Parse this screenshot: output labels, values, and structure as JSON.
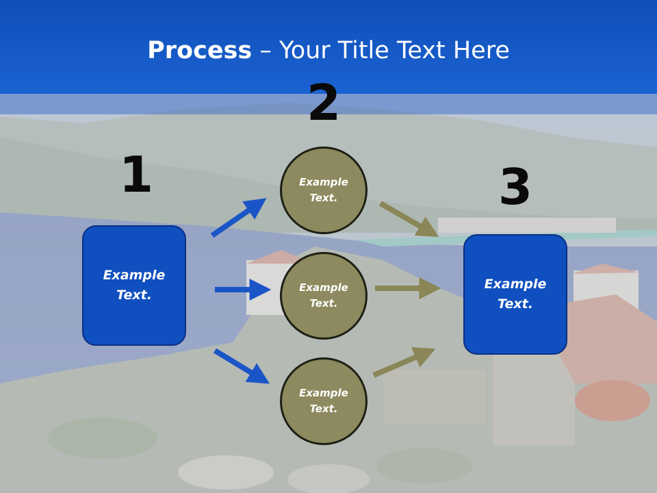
{
  "title": {
    "bold": "Process",
    "rest": " – Your Title Text Here"
  },
  "numbers": {
    "one": "1",
    "two": "2",
    "three": "3"
  },
  "left_box": {
    "line1": "Example",
    "line2": "Text."
  },
  "right_box": {
    "line1": "Example",
    "line2": "Text."
  },
  "circles": [
    {
      "line1": "Example",
      "line2": "Text."
    },
    {
      "line1": "Example",
      "line2": "Text."
    },
    {
      "line1": "Example",
      "line2": "Text."
    }
  ],
  "colors": {
    "title_bar": "#1b62d2",
    "box_fill": "#0f4fbf",
    "circle_fill": "#8c8a5e",
    "blue_arrow": "#1a55c8",
    "olive_arrow": "#8a8657"
  },
  "background": "harbor-landscape-photo"
}
